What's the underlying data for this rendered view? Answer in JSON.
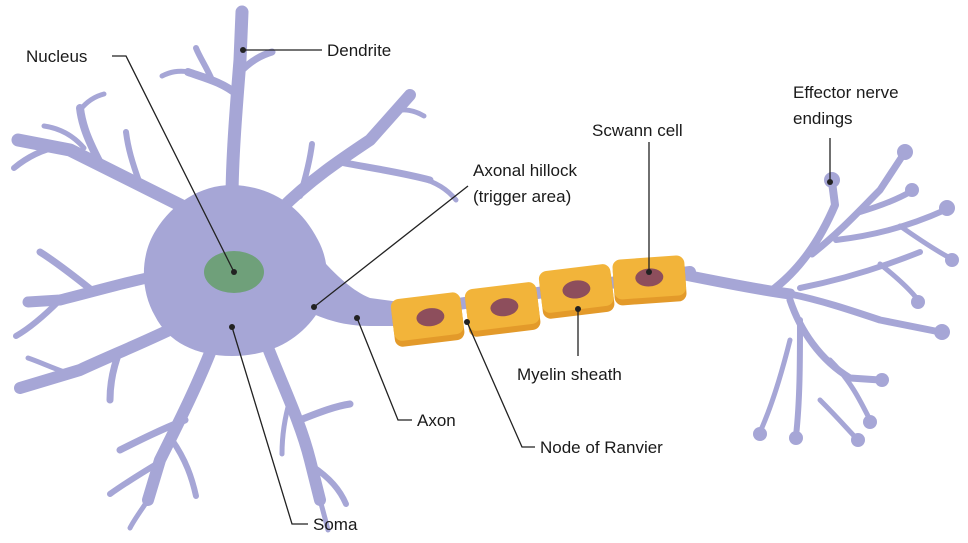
{
  "colors": {
    "neuron": "#a6a6d6",
    "neuron_outline": "#9a9acd",
    "nucleus": "#6fa07a",
    "myelin": "#f2b43a",
    "myelin_shadow": "#e39a2a",
    "schwann_nucleus": "#8d4e5c",
    "leader": "#222222"
  },
  "labels": {
    "nucleus": "Nucleus",
    "dendrite": "Dendrite",
    "axonal_hillock_line1": "Axonal hillock",
    "axonal_hillock_line2": "(trigger area)",
    "schwann_cell": "Scwann cell",
    "effector_line1": "Effector nerve",
    "effector_line2": "endings",
    "myelin_sheath": "Myelin sheath",
    "axon": "Axon",
    "node_of_ranvier": "Node of Ranvier",
    "soma": "Soma"
  }
}
